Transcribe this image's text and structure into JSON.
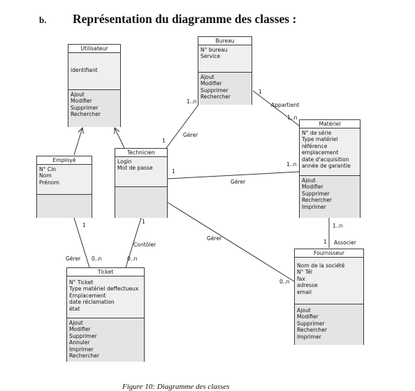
{
  "heading": {
    "number": "b.",
    "title": "Représentation du diagramme des classes :"
  },
  "classes": {
    "utilisateur": {
      "name": "Utilisateur",
      "attributes": [
        "identifiant"
      ],
      "operations": [
        "Ajout",
        "Modifier",
        "Supprimer",
        "Rechercher"
      ]
    },
    "bureau": {
      "name": "Bureau",
      "attributes": [
        "N° bureau",
        "Service"
      ],
      "operations": [
        "Ajout",
        "Modifier",
        "Supprimer",
        "Rechercher"
      ]
    },
    "employe": {
      "name": "Employé",
      "attributes": [
        "N° Cin",
        "Nom",
        "Prénom"
      ],
      "operations": []
    },
    "technicien": {
      "name": "Technicien",
      "attributes": [
        "Login",
        "Mot de passe"
      ],
      "operations": []
    },
    "materiel": {
      "name": "Matériel",
      "attributes": [
        "N° de série",
        "Type matériel",
        "référence",
        "emplacement",
        "date d'acquisition",
        "année de garantie"
      ],
      "operations": [
        "Ajout",
        "Modifier",
        "Supprimer",
        "Rechercher",
        "Imprimer"
      ]
    },
    "fournisseur": {
      "name": "Fournisseur",
      "attributes": [
        "Nom de la société",
        "N° Tél",
        "fax",
        "adresse",
        "email"
      ],
      "operations": [
        "Ajout",
        "Modifier",
        "Supprimer",
        "Rechercher",
        "Imprimer"
      ]
    },
    "ticket": {
      "name": "Ticket",
      "attributes": [
        "N° Ticket",
        "Type matériel deffectueux",
        "Emplacement",
        "date réclamation",
        "état"
      ],
      "operations": [
        "Ajout",
        "Modifier",
        "Supprimer",
        "Annuler",
        "Imprimer",
        "Rechercher"
      ]
    }
  },
  "associations": {
    "gerer_tech_bureau": "Gérer",
    "appartient": "Appartient",
    "gerer_tech_materiel": "Gérer",
    "gerer_tech_fournisseur": "Gérer",
    "associer": "Associer",
    "gerer_employe_ticket": "Gérer",
    "controler": "Contôler"
  },
  "multiplicities": {
    "bureau_tech": "1..n",
    "tech_bureau": "1",
    "bureau_materiel": "1",
    "materiel_bureau": "1..n",
    "tech_materiel": "1",
    "materiel_tech": "1..n",
    "materiel_fournisseur": "1..n",
    "fournisseur_materiel": "1",
    "fournisseur_tech": "0..n",
    "employe_ticket": "1",
    "ticket_employe": "0..n",
    "tech_ticket": "1",
    "ticket_tech": "0..n"
  },
  "caption": "Figure 10: Diagramme des classes"
}
